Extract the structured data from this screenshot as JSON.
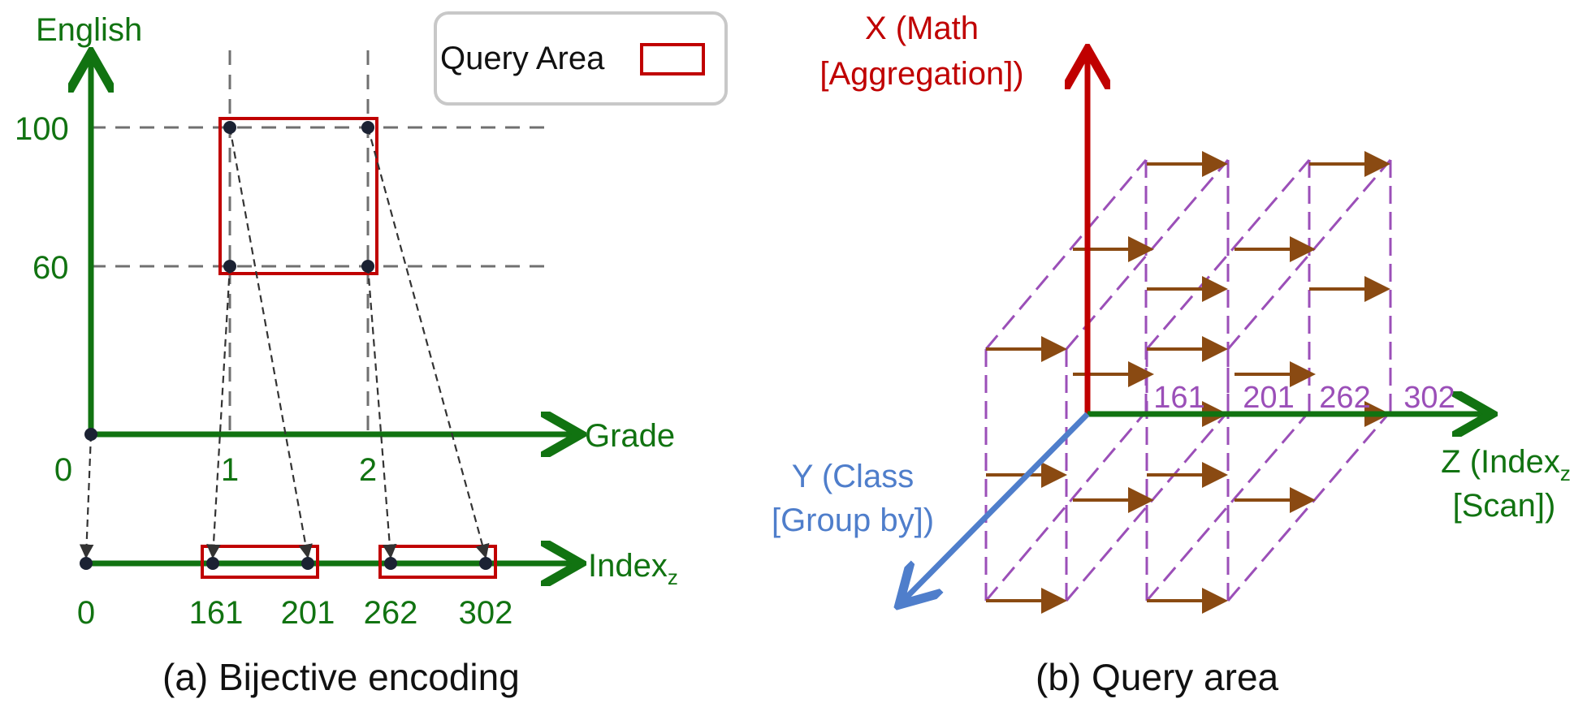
{
  "colors": {
    "green": "#117311",
    "red": "#c00000",
    "blue": "#4f7ecb",
    "purple": "#9b4fb8",
    "brown": "#8a4a12",
    "gray": "#707070",
    "dot": "#1b2233"
  },
  "panel_a": {
    "caption": "(a)  Bijective encoding",
    "y_axis_label": "English",
    "x_axis_label": "Grade",
    "index_axis_label": "Index",
    "index_axis_subscript": "z",
    "origin_label": "0",
    "y_ticks": [
      "100",
      "60"
    ],
    "x_ticks": [
      "1",
      "2"
    ],
    "index_ticks": [
      "0",
      "161",
      "201",
      "262",
      "302"
    ],
    "legend": {
      "label": "Query Area"
    }
  },
  "panel_b": {
    "caption": "(b)  Query area",
    "x_axis_label_line1": "X (Math",
    "x_axis_label_line2": "[Aggregation])",
    "y_axis_label_line1": "Y (Class",
    "y_axis_label_line2": "[Group by])",
    "z_axis_label_line1": "Z (Index",
    "z_axis_label_sub": "z",
    "z_axis_label_line2": "[Scan])",
    "z_ticks": [
      "161",
      "201",
      "262",
      "302"
    ]
  }
}
